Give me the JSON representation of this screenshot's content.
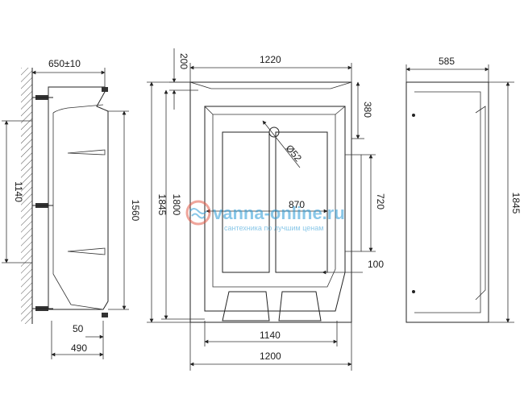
{
  "drawing": {
    "side_view": {
      "depth_label": "650±10",
      "height_label": "1140",
      "outer_label": "1560",
      "leg_label": "50",
      "base_label": "490"
    },
    "top_view": {
      "width_label": "1220",
      "top_margin_label": "200",
      "length_label": "1845",
      "inner_length_label": "1800",
      "corner_label": "380",
      "drain_label": "Ø52",
      "inner_width_label": "870",
      "window_label": "720",
      "offset_label": "100",
      "floor_width_label": "1140",
      "bottom_width_label": "1200"
    },
    "front_view": {
      "width_label": "585",
      "height_label": "1845"
    }
  },
  "watermark": {
    "brand": "vanna-online.ru",
    "tagline": "сантехника по лучшим ценам",
    "colors": {
      "brand": "#2a9ad6",
      "logo_ring": "#e35d4a"
    }
  }
}
